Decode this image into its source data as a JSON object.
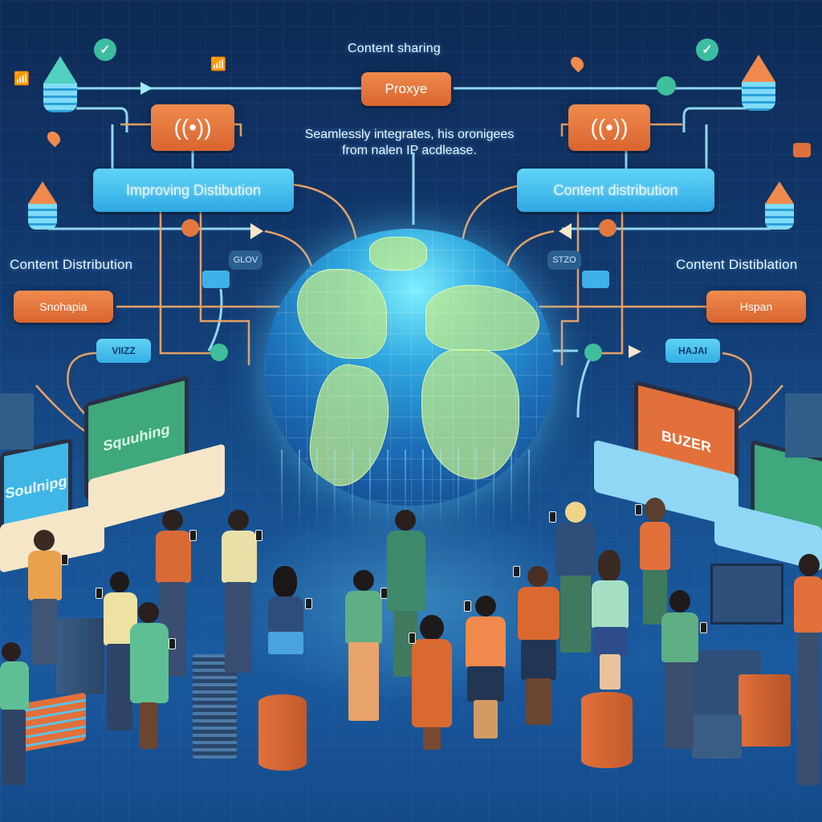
{
  "header": {
    "title": "Content sharing",
    "proxy_label": "Proxye",
    "caption_line1": "Seamlessly integrates, his oronigees",
    "caption_line2": "from nalen IP acdlease."
  },
  "left": {
    "main_box": "Improving Distibution",
    "side_label": "Content Distribution",
    "orange_box": "Snohapia",
    "tag": "VIIZZ",
    "bubble": "GLOV",
    "laptop_screens": [
      "Squuhing",
      "Soulnipg"
    ]
  },
  "right": {
    "main_box": "Content distribution",
    "side_label": "Content Distiblation",
    "orange_box": "Hspan",
    "tag": "HAJAI",
    "bubble": "STZO",
    "laptop_screens": [
      "BUZER"
    ]
  },
  "icons": [
    "wifi-icon",
    "database-icon",
    "location-pin-icon",
    "globe-icon",
    "laptop-icon",
    "server-icon",
    "smartphone-icon",
    "chat-bubble-icon"
  ],
  "colors": {
    "background_top": "#0e2a55",
    "background_bottom": "#1a5aa0",
    "accent_orange": "#e2703a",
    "accent_cyan": "#3fb8ea",
    "accent_teal": "#3cc0a0",
    "wire_cyan": "#8fe6ff",
    "wire_orange": "#f3a663"
  }
}
